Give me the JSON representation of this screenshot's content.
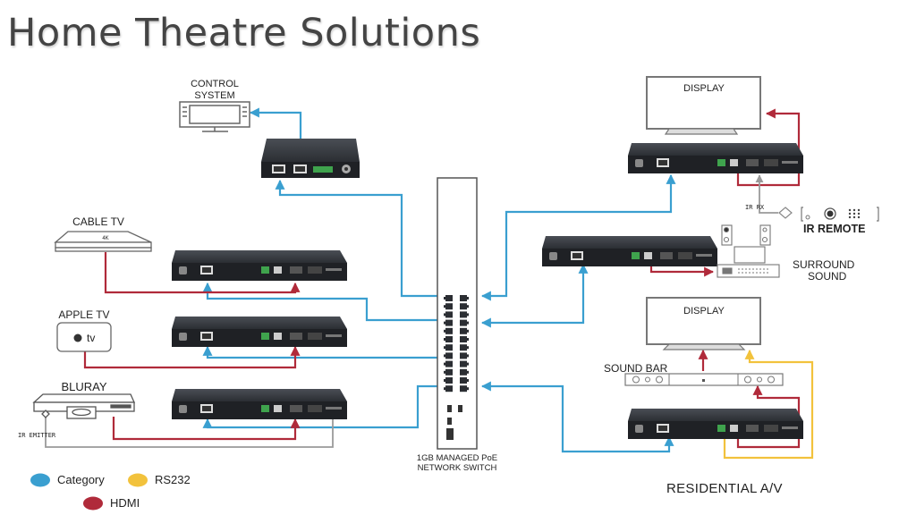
{
  "title": "Home Theatre Solutions",
  "colors": {
    "category": "#3a9fd0",
    "rs232": "#f2c23c",
    "hdmi": "#b02a3a",
    "ir": "#9a9a9a",
    "device": "#2e3136",
    "outline": "#666666"
  },
  "sources": {
    "control_system": "CONTROL\nSYSTEM",
    "control_system_line1": "CONTROL",
    "control_system_line2": "SYSTEM",
    "cable_tv": "CABLE TV",
    "cable_tv_badge": "4K",
    "apple_tv": "APPLE TV",
    "apple_tv_badge": "tv",
    "bluray": "BLURAY",
    "ir_emitter": "IR EMITTER"
  },
  "switch": {
    "line1": "1GB MANAGED PoE",
    "line2": "NETWORK SWITCH"
  },
  "outputs": {
    "display_top": "DISPLAY",
    "ir_rx": "IR  RX",
    "ir_remote": "IR REMOTE",
    "surround_line1": "SURROUND",
    "surround_line2": "SOUND",
    "display_bottom": "DISPLAY",
    "sound_bar": "SOUND BAR"
  },
  "legend": [
    {
      "label": "Category",
      "color": "#3a9fd0"
    },
    {
      "label": "RS232",
      "color": "#f2c23c"
    },
    {
      "label": "HDMI",
      "color": "#b02a3a"
    }
  ],
  "footer": "RESIDENTIAL A/V"
}
